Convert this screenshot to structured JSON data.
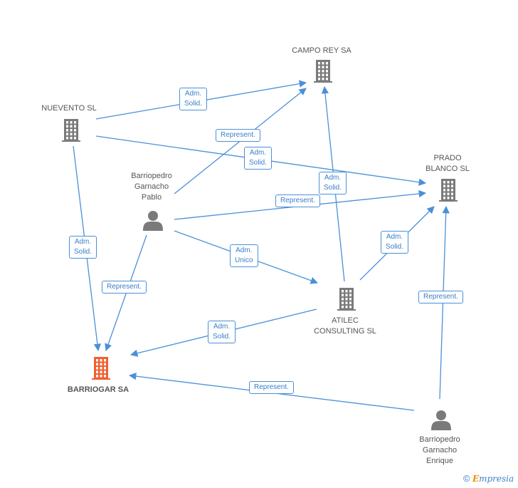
{
  "colors": {
    "edge": "#4a90d9",
    "node": "#7a7a7a",
    "main_node": "#f06030",
    "label_text": "#555555"
  },
  "nodes": {
    "campo_rey": {
      "label": "CAMPO REY SA",
      "type": "company",
      "icon": "building-icon"
    },
    "nuevento": {
      "label": "NUEVENTO  SL",
      "type": "company",
      "icon": "building-icon"
    },
    "prado_blanco": {
      "label": "PRADO\nBLANCO  SL",
      "type": "company",
      "icon": "building-icon"
    },
    "atilec": {
      "label": "ATILEC\nCONSULTING SL",
      "type": "company",
      "icon": "building-icon"
    },
    "barriogar": {
      "label": "BARRIOGAR SA",
      "type": "main-company",
      "icon": "building-icon"
    },
    "pablo": {
      "label": "Barriopedro\nGarnacho\nPablo",
      "type": "person",
      "icon": "person-icon"
    },
    "enrique": {
      "label": "Barriopedro\nGarnacho\nEnrique",
      "type": "person",
      "icon": "person-icon"
    }
  },
  "edges": [
    {
      "id": "e1",
      "from": "nuevento",
      "to": "campo_rey",
      "label": "Adm.\nSolid."
    },
    {
      "id": "e2",
      "from": "pablo",
      "to": "campo_rey",
      "label": "Represent."
    },
    {
      "id": "e3",
      "from": "nuevento",
      "to": "prado_blanco",
      "label": "Adm.\nSolid."
    },
    {
      "id": "e4",
      "from": "atilec",
      "to": "campo_rey",
      "label": "Adm.\nSolid."
    },
    {
      "id": "e5",
      "from": "pablo",
      "to": "prado_blanco",
      "label": "Represent."
    },
    {
      "id": "e6",
      "from": "nuevento",
      "to": "barriogar",
      "label": "Adm.\nSolid."
    },
    {
      "id": "e7",
      "from": "pablo",
      "to": "atilec",
      "label": "Adm.\nUnico"
    },
    {
      "id": "e8",
      "from": "atilec",
      "to": "prado_blanco",
      "label": "Adm.\nSolid."
    },
    {
      "id": "e9",
      "from": "pablo",
      "to": "barriogar",
      "label": "Represent."
    },
    {
      "id": "e10",
      "from": "enrique",
      "to": "prado_blanco",
      "label": "Represent."
    },
    {
      "id": "e11",
      "from": "atilec",
      "to": "barriogar",
      "label": "Adm.\nSolid."
    },
    {
      "id": "e12",
      "from": "enrique",
      "to": "barriogar",
      "label": "Represent."
    }
  ],
  "footer": {
    "copyright": "©",
    "brand_initial": "E",
    "brand_rest": "mpresia"
  }
}
